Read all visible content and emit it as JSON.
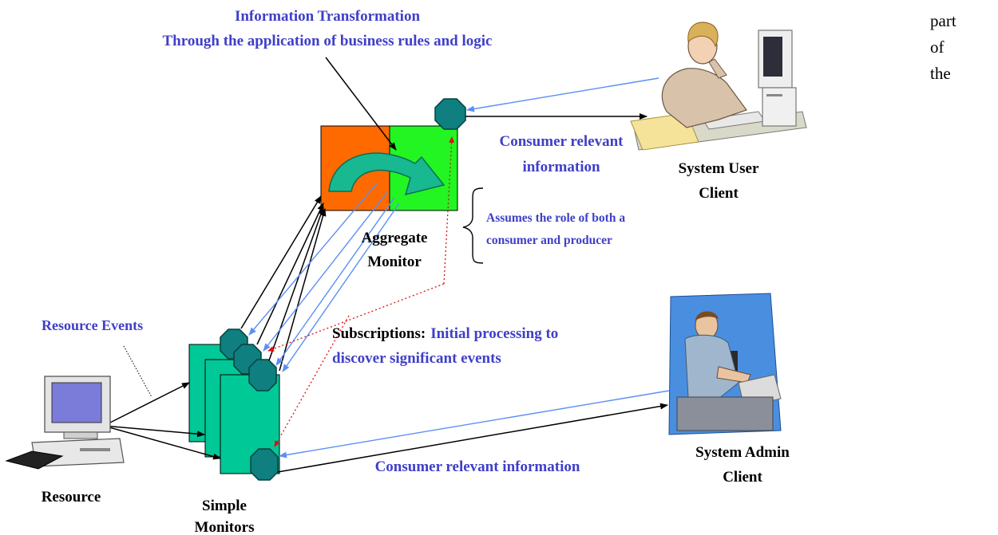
{
  "labels": {
    "transform_line1": "Information Transformation",
    "transform_line2": "Through the application of business rules and logic",
    "consumer_relevant_1": "Consumer relevant",
    "consumer_relevant_2": "information",
    "system_user_1": "System User",
    "system_user_2": "Client",
    "assumes_1": "Assumes the role of both a",
    "assumes_2": "consumer and producer",
    "aggregate_1": "Aggregate",
    "aggregate_2": "Monitor",
    "resource_events": "Resource Events",
    "subscriptions_head": "Subscriptions:",
    "subscriptions_1": "Initial processing to",
    "subscriptions_2": "discover significant events",
    "system_admin_1": "System Admin",
    "system_admin_2": "Client",
    "consumer_info_bottom": "Consumer relevant information",
    "resource": "Resource",
    "simple_1": "Simple",
    "simple_2": "Monitors",
    "side_text_1": "part",
    "side_text_2": "of",
    "side_text_3": "the"
  },
  "colors": {
    "label_blue": "#3f3fc8",
    "octagon_teal": "#0f7f7f",
    "monitor_green": "#00c896",
    "aggregate_orange": "#ff6a00",
    "aggregate_green": "#22f522",
    "arrow_blue": "#5b8ff5",
    "arrow_red": "#e01010"
  }
}
